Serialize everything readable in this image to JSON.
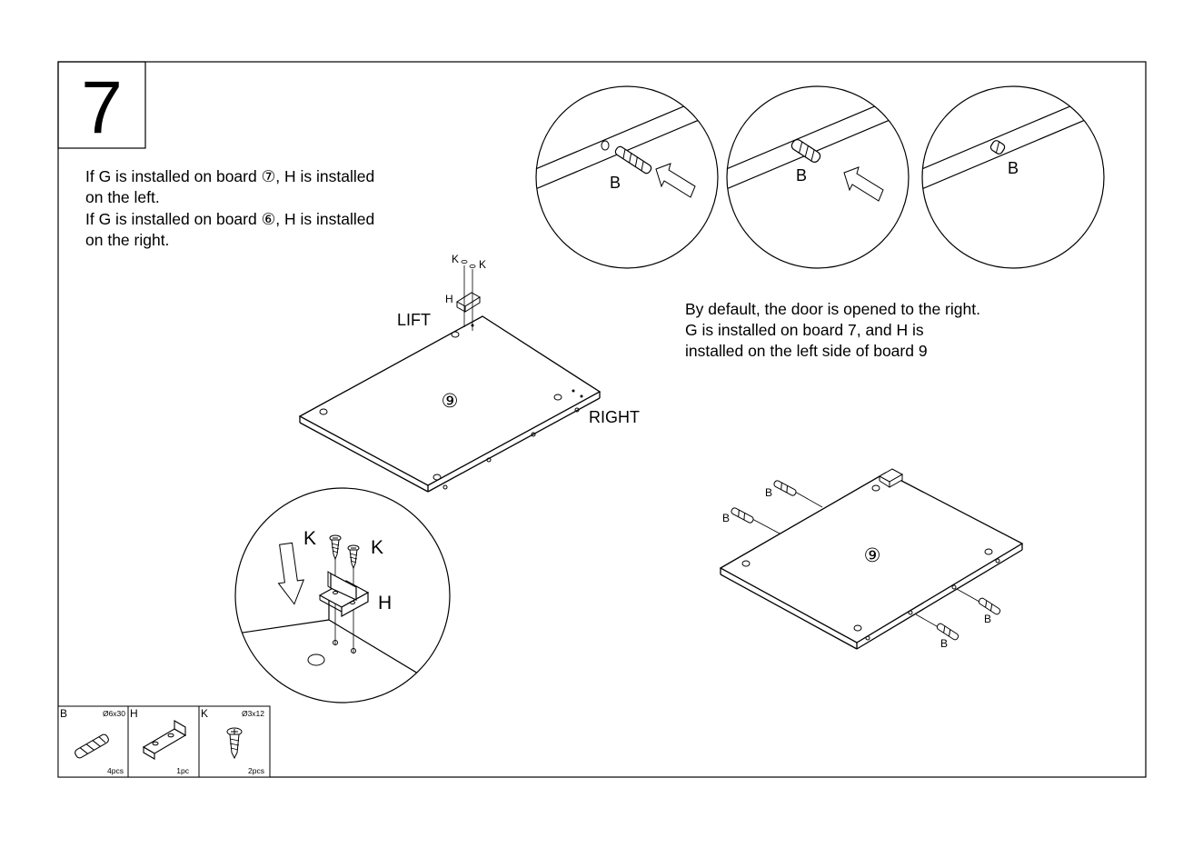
{
  "step": {
    "number": "7"
  },
  "instructions": {
    "lines": [
      "If G is installed on board ⑦, H is installed",
      "on the left.",
      "If G is installed on board ⑥, H is installed",
      "on the right."
    ]
  },
  "default_note": {
    "lines": [
      "By default, the door is opened to the right.",
      "G is installed on board 7, and H is",
      "installed on the left side of board 9"
    ]
  },
  "board_label": "⑨",
  "labels": {
    "lift": "LIFT",
    "right": "RIGHT",
    "k": "K",
    "h": "H",
    "b": "B"
  },
  "parts": [
    {
      "letter": "B",
      "size": "Ø6x30",
      "qty": "4pcs",
      "icon": "dowel-icon"
    },
    {
      "letter": "H",
      "size": "",
      "qty": "1pc",
      "icon": "bracket-icon"
    },
    {
      "letter": "K",
      "size": "Ø3x12",
      "qty": "2pcs",
      "icon": "screw-icon"
    }
  ]
}
